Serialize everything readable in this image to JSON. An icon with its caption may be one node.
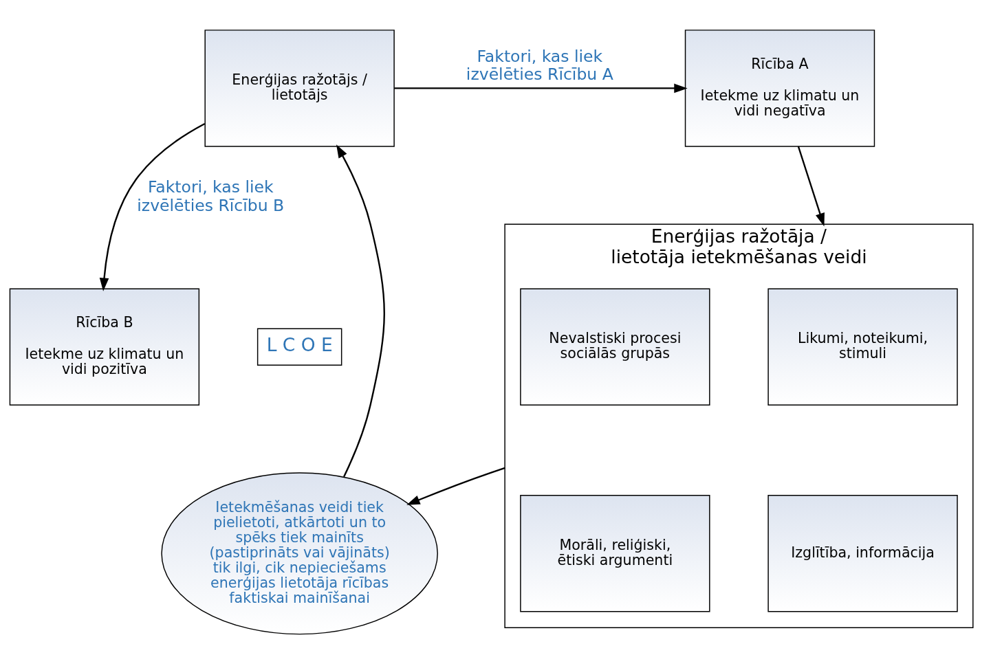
{
  "diagram": {
    "nodes": [
      {
        "text": [
          "Enerģijas ražotājs / lietotājs"
        ]
      },
      {
        "text": [
          "Rīcība A",
          "Ietekme uz klimatu un vidi negatīva"
        ]
      },
      {
        "text": [
          "Rīcība B",
          "Ietekme uz klimatu un vidi pozitīva"
        ]
      },
      {
        "text": [
          "Enerģijas ražotāja / lietotāja ietekmēšanas veidi"
        ]
      },
      {
        "text": [
          "Likumi, noteikumi, stimuli"
        ],
        "in": 3
      },
      {
        "text": [
          "Nevalstiski procesi sociālās grupās"
        ],
        "in": 3
      },
      {
        "text": [
          "Izglītība, informācija"
        ],
        "in": 3
      },
      {
        "text": [
          "Morāli, reliģiski, ētiski argumenti"
        ],
        "in": 3
      },
      {
        "text": [
          "Ietekmēšanas veidi tiek pielietoti, atkārtoti un to spēks tiek mainīts (pastiprināts vai vājināts) tik ilgi, cik nepieciešams enerģijas lietotāja rīcības faktiskai mainīšanai"
        ]
      },
      {
        "text": [
          "L C O E"
        ]
      }
    ],
    "edges": [
      {
        "from": 0,
        "to": 1,
        "arrow": "to",
        "label": "Faktori, kas liek izvēlēties Rīcību A"
      },
      {
        "from": 0,
        "to": 2,
        "arrow": "to",
        "label": "Faktori, kas liek izvēlēties Rīcību B"
      },
      {
        "from": 1,
        "to": 3,
        "arrow": "to"
      },
      {
        "from": 3,
        "to": 8,
        "arrow": "to"
      },
      {
        "from": 8,
        "to": 0,
        "arrow": "to"
      }
    ]
  }
}
